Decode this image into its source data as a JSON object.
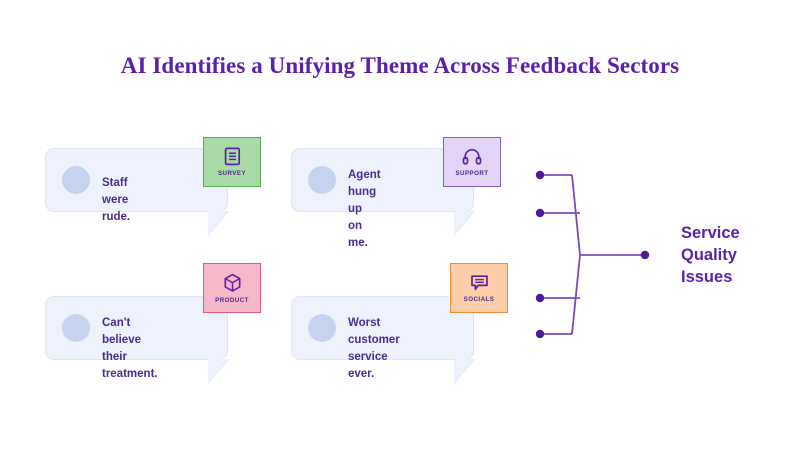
{
  "page": {
    "title": "AI Identifies a Unifying Theme Across Feedback Sectors",
    "background_color": "#ffffff",
    "accent_color": "#5b21a8"
  },
  "feedback_cards": [
    {
      "id": "survey",
      "quote": "Staff were rude.",
      "badge_label": "SURVEY",
      "badge_icon": "document-icon",
      "badge_bg": "#a9dba6",
      "badge_border": "#5fa85c",
      "bubble_bg": "#eef2fc",
      "bubble_border": "#dde5f6",
      "avatar_color": "#c6d3ef"
    },
    {
      "id": "support",
      "quote": "Agent hung up\non me.",
      "badge_label": "SUPPORT",
      "badge_icon": "headset-icon",
      "badge_bg": "#e4d4f6",
      "badge_border": "#8b5cc7",
      "bubble_bg": "#eef2fc",
      "bubble_border": "#dde5f6",
      "avatar_color": "#c6d3ef"
    },
    {
      "id": "product",
      "quote": "Can't believe\ntheir treatment.",
      "badge_label": "PRODUCT",
      "badge_icon": "cube-icon",
      "badge_bg": "#f5b8c8",
      "badge_border": "#e05a7d",
      "bubble_bg": "#eef2fc",
      "bubble_border": "#dde5f6",
      "avatar_color": "#c6d3ef"
    },
    {
      "id": "socials",
      "quote": "Worst customer\nservice ever.",
      "badge_label": "SOCIALS",
      "badge_icon": "chat-bubble-icon",
      "badge_bg": "#fccfa8",
      "badge_border": "#ef8b3c",
      "bubble_bg": "#eef2fc",
      "bubble_border": "#dde5f6",
      "avatar_color": "#c6d3ef"
    }
  ],
  "convergence": {
    "line_color": "#7b4bbd",
    "node_color": "#4a1d96",
    "input_node_count": 4,
    "output_label": "Service\nQuality\nIssues"
  }
}
